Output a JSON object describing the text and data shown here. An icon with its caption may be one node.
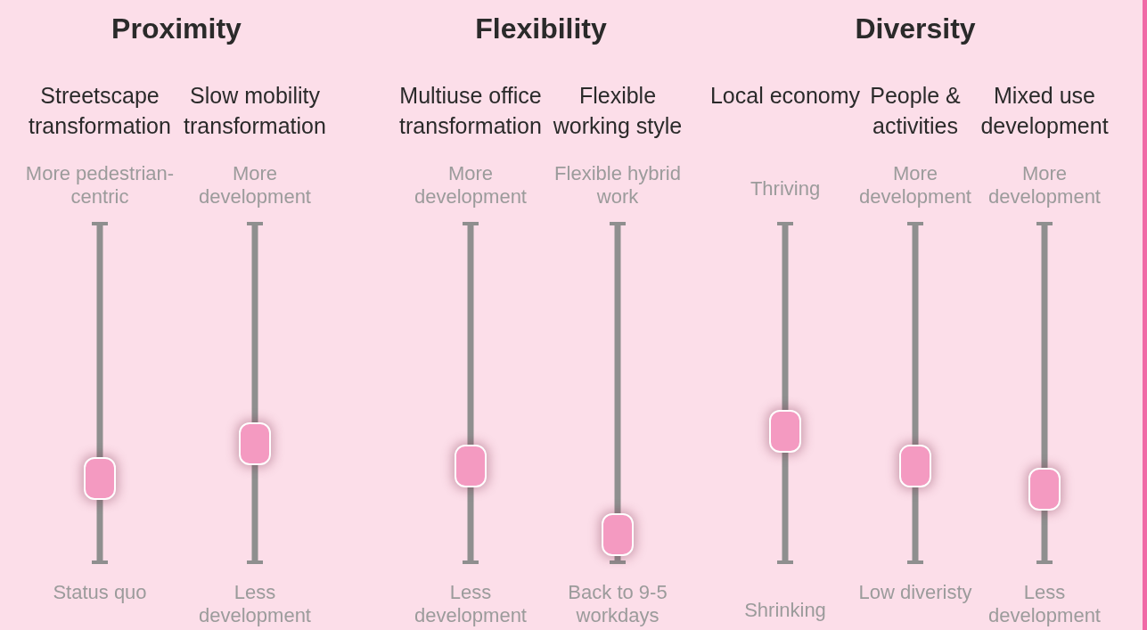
{
  "diagram": {
    "labels": [
      "Proximity",
      "Flexibility",
      "Diversity",
      "Streetscape transformation",
      "Slow mobility transformation",
      "Multiuse office transformation",
      "Flexible working style",
      "Local economy",
      "People & activities",
      "Mixed use development",
      "More pedestrian-centric",
      "More development",
      "More development",
      "Flexible hybrid work",
      "Thriving",
      "More development",
      "More development",
      "Status quo",
      "Less development",
      "Less development",
      "Back to 9-5 workdays",
      "Shrinking",
      "Low diveristy",
      "Less development"
    ]
  }
}
